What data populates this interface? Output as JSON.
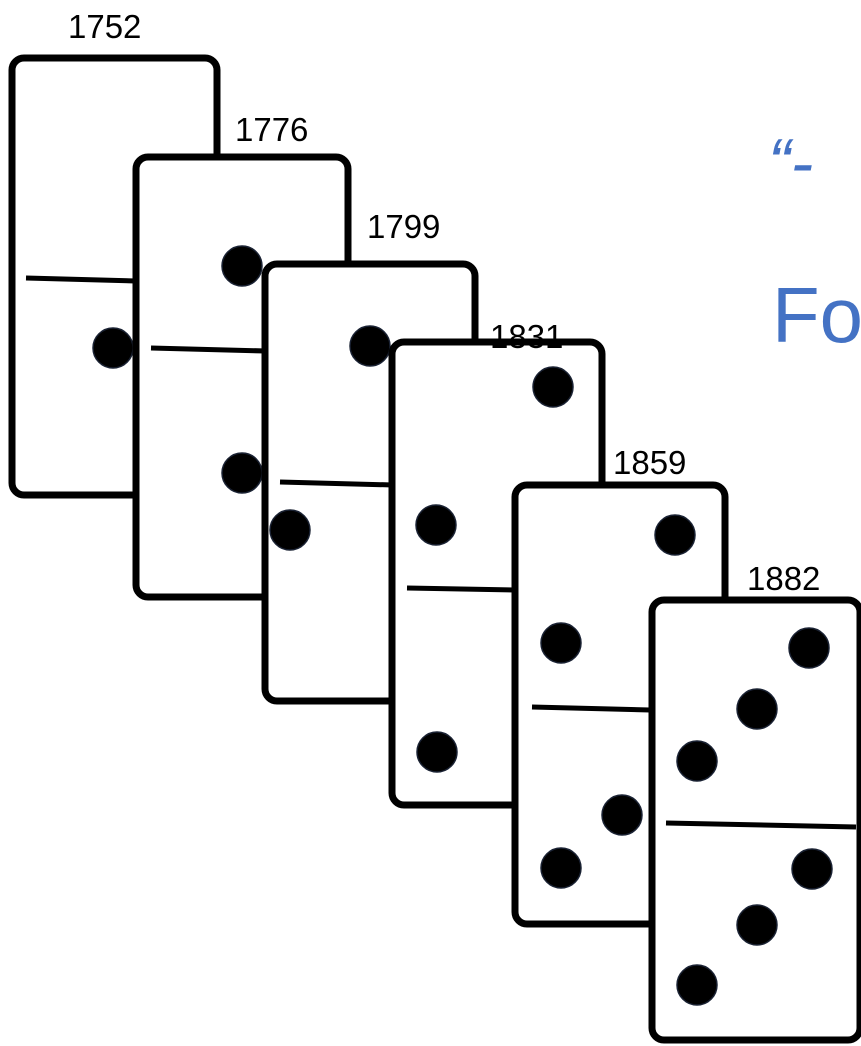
{
  "slide": {
    "quote_fragment": "“-",
    "title_fragment": "Fo",
    "accent_color": "#4472c4"
  },
  "dominoes": [
    {
      "year": "1752",
      "top_pips": 0,
      "bottom_pips": 1
    },
    {
      "year": "1776",
      "top_pips": 1,
      "bottom_pips": 1
    },
    {
      "year": "1799",
      "top_pips": 1,
      "bottom_pips": 1
    },
    {
      "year": "1831",
      "top_pips": 2,
      "bottom_pips": 1
    },
    {
      "year": "1859",
      "top_pips": 2,
      "bottom_pips": 2
    },
    {
      "year": "1882",
      "top_pips": 3,
      "bottom_pips": 3
    }
  ]
}
